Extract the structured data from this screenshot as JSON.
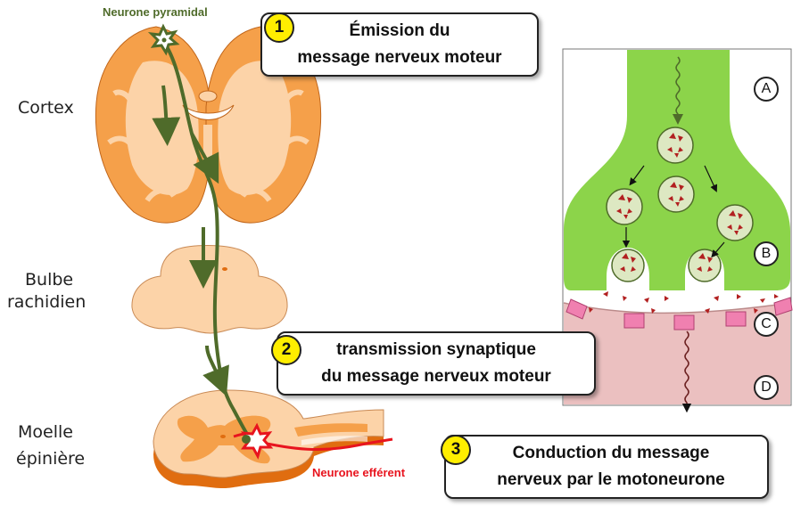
{
  "regions": {
    "cortex": "Cortex",
    "bulbe_line1": "Bulbe",
    "bulbe_line2": "rachidien",
    "moelle_line1": "Moelle",
    "moelle_line2": "épinière"
  },
  "neurons": {
    "pyramidal": "Neurone pyramidal",
    "efferent": "Neurone efférent"
  },
  "steps": [
    {
      "number": "1",
      "line1": "Émission du",
      "line2": "message nerveux moteur"
    },
    {
      "number": "2",
      "line1": "transmission synaptique",
      "line2": "du message nerveux moteur"
    },
    {
      "number": "3",
      "line1": "Conduction du message",
      "line2": "nerveux par le motoneurone"
    }
  ],
  "synapse_letters": [
    "A",
    "B",
    "C",
    "D"
  ],
  "colors": {
    "tissue_light": "#fcd3a8",
    "tissue_orange": "#f5a04a",
    "tissue_dark": "#e06d10",
    "pathway_green": "#4f6b2a",
    "efferent_red": "#e8141e",
    "synapse_green": "#8cd44a",
    "vesicle_fill": "#dde8c2",
    "postsynaptic_pink": "#ebc0c0",
    "receptor_pink": "#f080b0",
    "highlight_yellow": "#ffee00"
  }
}
